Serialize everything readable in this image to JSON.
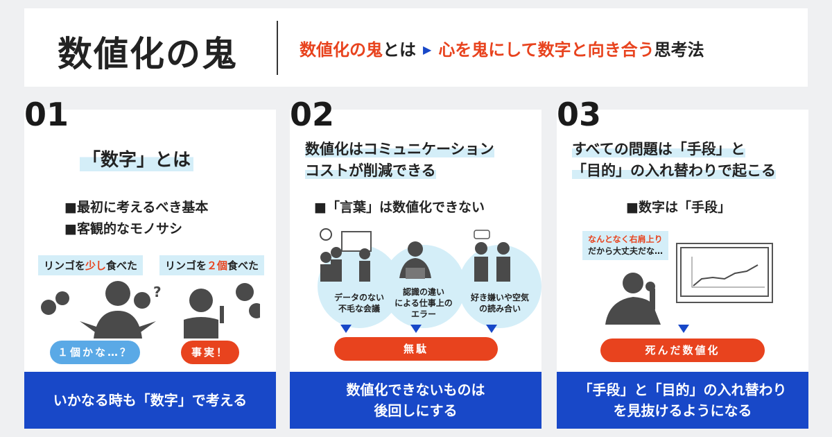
{
  "header": {
    "title": "数値化の鬼",
    "tag_a": "数値化の鬼",
    "tag_b": "とは",
    "tag_c": "心を鬼にして数字と向き合う",
    "tag_d": "思考法"
  },
  "cards": [
    {
      "num": "01",
      "heading": "「数字」とは",
      "bullets": [
        "■最初に考えるべき基本",
        "■客観的なモノサシ"
      ],
      "bubble1": [
        "リンゴを",
        "少し",
        "食べた"
      ],
      "bubble2": [
        "リンゴを",
        "２個",
        "食べた"
      ],
      "pill1": "１個かな…？",
      "pill2": "事実！",
      "band": [
        "いかなる時も「数字」で考える"
      ]
    },
    {
      "num": "02",
      "heading": [
        "数値化はコミュニケーション",
        "コストが削減できる"
      ],
      "sub": "■「言葉」は数値化できない",
      "circles": [
        [
          "データのない",
          "不毛な会議"
        ],
        [
          "認識の違い",
          "による仕事上の",
          "エラー"
        ],
        [
          "好き嫌いや空気",
          "の読み合い"
        ]
      ],
      "pill": "無駄",
      "band": [
        "数値化できないものは",
        "後回しにする"
      ]
    },
    {
      "num": "03",
      "heading": [
        "すべての問題は「手段」と",
        "「目的」の入れ替わりで起こる"
      ],
      "sub": "■数字は「手段」",
      "bubble": [
        "なんとなく右肩上り",
        "だから大丈夫だな…"
      ],
      "pill": "死んだ数値化",
      "band": [
        "「手段」と「目的」の入れ替わり",
        "を見抜けるようになる"
      ]
    }
  ],
  "colors": {
    "orange": "#e8431e",
    "blue": "#1848c8",
    "light_blue": "#d4eef8",
    "pill_blue": "#5aa9e6"
  }
}
